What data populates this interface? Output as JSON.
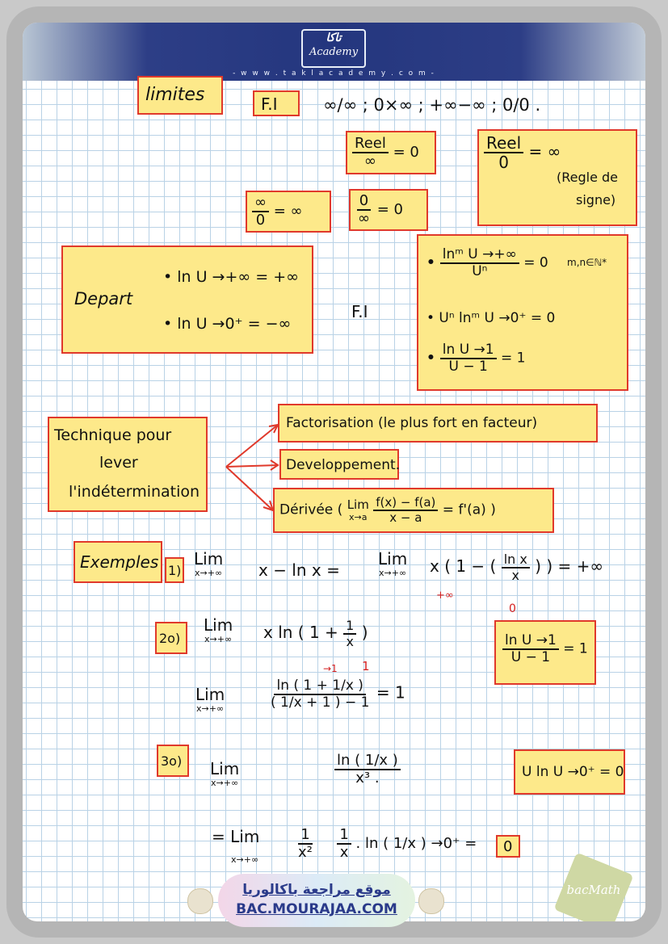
{
  "header": {
    "logo_top": "تاكا",
    "logo_text": "Academy",
    "url": "- w w w . t a k l a c a d e m y . c o m -"
  },
  "limits_box": {
    "title": "limites"
  },
  "fi_label": "F.I",
  "fi_forms": "∞/∞ ; 0×∞ ; +∞−∞ ; 0/0 .",
  "real_over_inf": {
    "num": "Reel",
    "den": "∞",
    "result": "= 0"
  },
  "real_over_zero": {
    "num": "Reel",
    "den": "0",
    "result": "= ∞",
    "note_line1": "(Regle de",
    "note_line2": "signe)"
  },
  "inf_over_zero": {
    "num": "∞",
    "den": "0",
    "result": "= ∞"
  },
  "zero_over_inf": {
    "num": "0",
    "den": "∞",
    "result": "= 0"
  },
  "depart": {
    "title": "Depart",
    "line1": "• ln U →+∞ = +∞",
    "line2": "• ln U →0⁺ = −∞"
  },
  "fi_middle": "F.I",
  "fi_box": {
    "line1_num": "lnᵐ U →+∞",
    "line1_den": "Uⁿ",
    "line1_res": "= 0",
    "line1_note": "m,n∈ℕ*",
    "line2": "• Uⁿ lnᵐ U →0⁺ = 0",
    "line3_num": "ln U →1",
    "line3_den": "U − 1",
    "line3_res": "= 1"
  },
  "technique": {
    "line1": "Technique pour",
    "line2": "lever",
    "line3": "l'indétermination"
  },
  "methods": {
    "factorisation": "Factorisation (le plus fort en facteur)",
    "developpement": "Developpement.",
    "derivee_label": "Dérivée (",
    "derivee_lim": "Lim",
    "derivee_sub": "x→a",
    "derivee_num": "f(x) − f(a)",
    "derivee_den": "x − a",
    "derivee_res": "= f'(a) )"
  },
  "examples": {
    "title": "Exemples",
    "ex1": {
      "num": "1)",
      "lim": "Lim",
      "sub": "x→+∞",
      "expr": "x − ln x =",
      "lim2": "Lim",
      "sub2": "x→+∞",
      "expr2a": "x ( 1 − (",
      "frac_num": "ln x",
      "frac_den": "x",
      "expr2b": ") ) = +∞",
      "ann1": "+∞",
      "ann2": "0"
    },
    "ex2": {
      "num": "2o)",
      "lim": "Lim",
      "sub": "x→+∞",
      "expr": "x ln ( 1 +",
      "frac_num": "1",
      "frac_den": "x",
      "expr_end": ")",
      "ann": "1",
      "ann_top": "→1",
      "step_lim": "Lim",
      "step_sub": "x→+∞",
      "step_num": "ln ( 1 + 1/x )",
      "step_den": "( 1/x + 1 ) − 1",
      "step_res": "= 1"
    },
    "ex2_box": {
      "num": "ln U →1",
      "den": "U − 1",
      "res": "= 1"
    },
    "ex3": {
      "num": "3o)",
      "lim": "Lim",
      "sub": "x→+∞",
      "frac_num": "ln ( 1/x )",
      "frac_den": "x³ .",
      "step_prefix": "= Lim",
      "step_sub": "x→+∞",
      "step_a_num": "1",
      "step_a_den": "x²",
      "step_b_num": "1",
      "step_b_den": "x",
      "step_c": ". ln ( 1/x ) →0⁺ =",
      "result": "0"
    },
    "ex3_box": {
      "text": "U ln U →0⁺ = 0"
    }
  },
  "footer": {
    "arabic": "موقع مراجعة باكالوريا",
    "site": "BAC.MOURAJAA.COM",
    "badge": "bacMath"
  }
}
